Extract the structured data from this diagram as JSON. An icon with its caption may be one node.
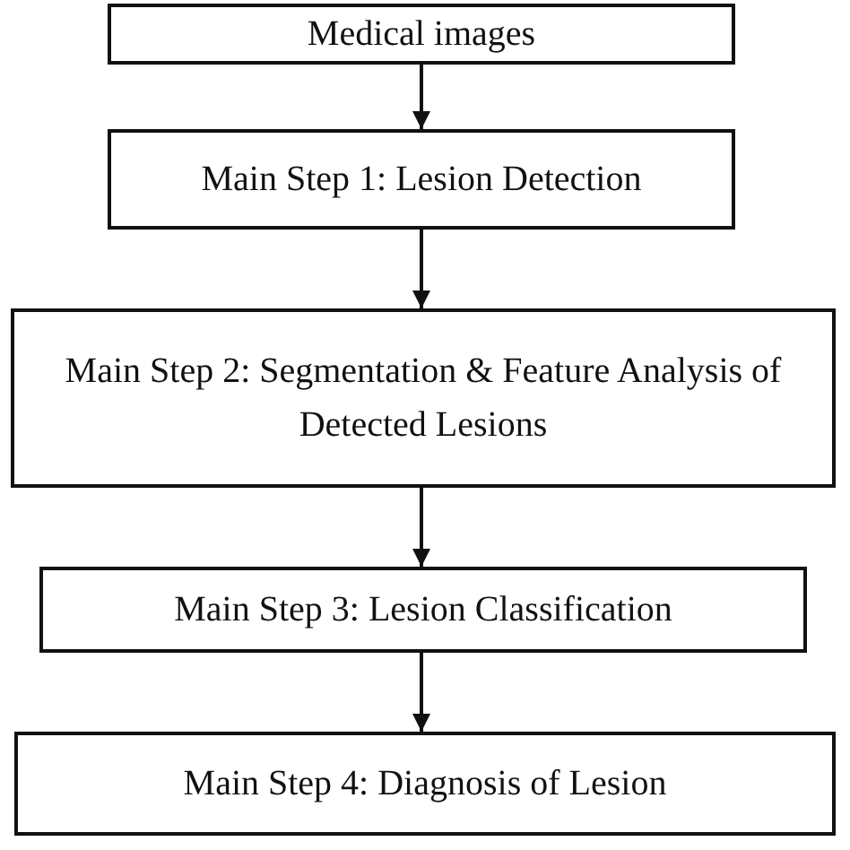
{
  "diagram": {
    "nodes": [
      {
        "text": [
          "Medical images"
        ]
      },
      {
        "text": [
          "Main Step 1: Lesion Detection"
        ]
      },
      {
        "text": [
          "Main Step 2: Segmentation & Feature Analysis of Detected Lesions"
        ]
      },
      {
        "text": [
          "Main Step 3: Lesion Classification"
        ]
      },
      {
        "text": [
          "Main Step 4: Diagnosis of Lesion"
        ]
      }
    ],
    "edges": [
      {
        "from": 0,
        "to": 1,
        "arrow": "to"
      },
      {
        "from": 1,
        "to": 2,
        "arrow": "to"
      },
      {
        "from": 2,
        "to": 3,
        "arrow": "to"
      },
      {
        "from": 3,
        "to": 4,
        "arrow": "to"
      }
    ]
  }
}
